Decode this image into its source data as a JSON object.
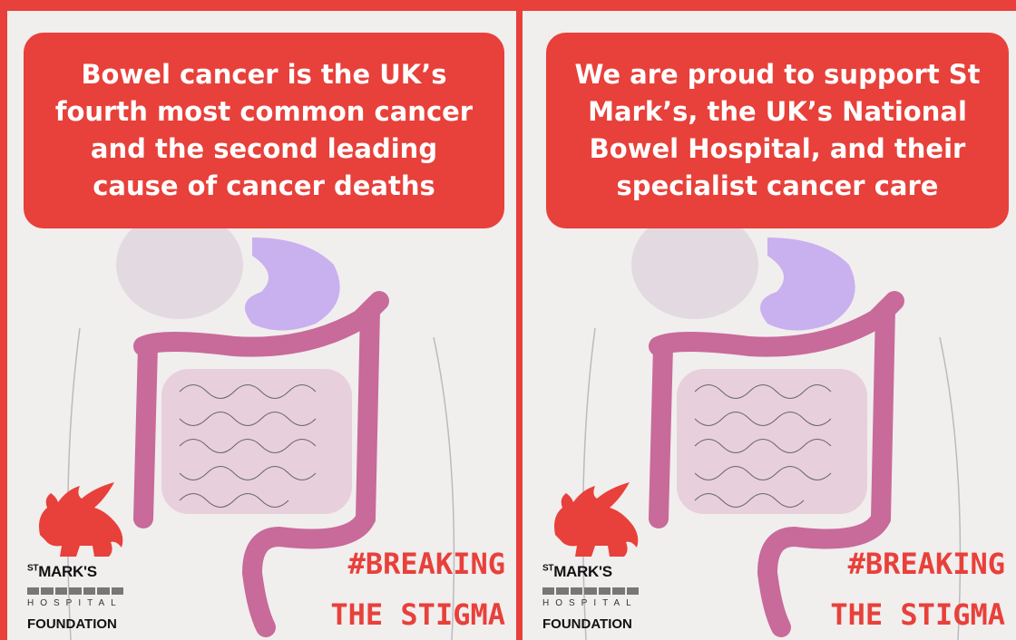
{
  "panels": [
    {
      "callout_lines": [
        "Bowel cancer is the UK’s",
        "fourth most common cancer",
        "and the second leading",
        "cause of cancer deaths"
      ],
      "logo": {
        "name_prefix": "ST",
        "name_main": "MARK'S",
        "hospital": "HOSPITAL",
        "foundation": "FOUNDATION",
        "icon": "winged-lion-icon"
      },
      "tag": [
        "#BREAKING",
        "THE STIGMA"
      ]
    },
    {
      "callout_lines": [
        "We are proud to support St",
        "Mark’s, the UK’s National",
        "Bowel Hospital, and their",
        "specialist cancer care"
      ],
      "logo": {
        "name_prefix": "ST",
        "name_main": "MARK'S",
        "hospital": "HOSPITAL",
        "foundation": "FOUNDATION",
        "icon": "winged-lion-icon"
      },
      "tag": [
        "#BREAKING",
        "THE STIGMA"
      ]
    }
  ],
  "colors": {
    "accent": "#e8403a",
    "background": "#f1eeee",
    "colon": "#c86a9a",
    "stomach": "#c9b0ee"
  }
}
